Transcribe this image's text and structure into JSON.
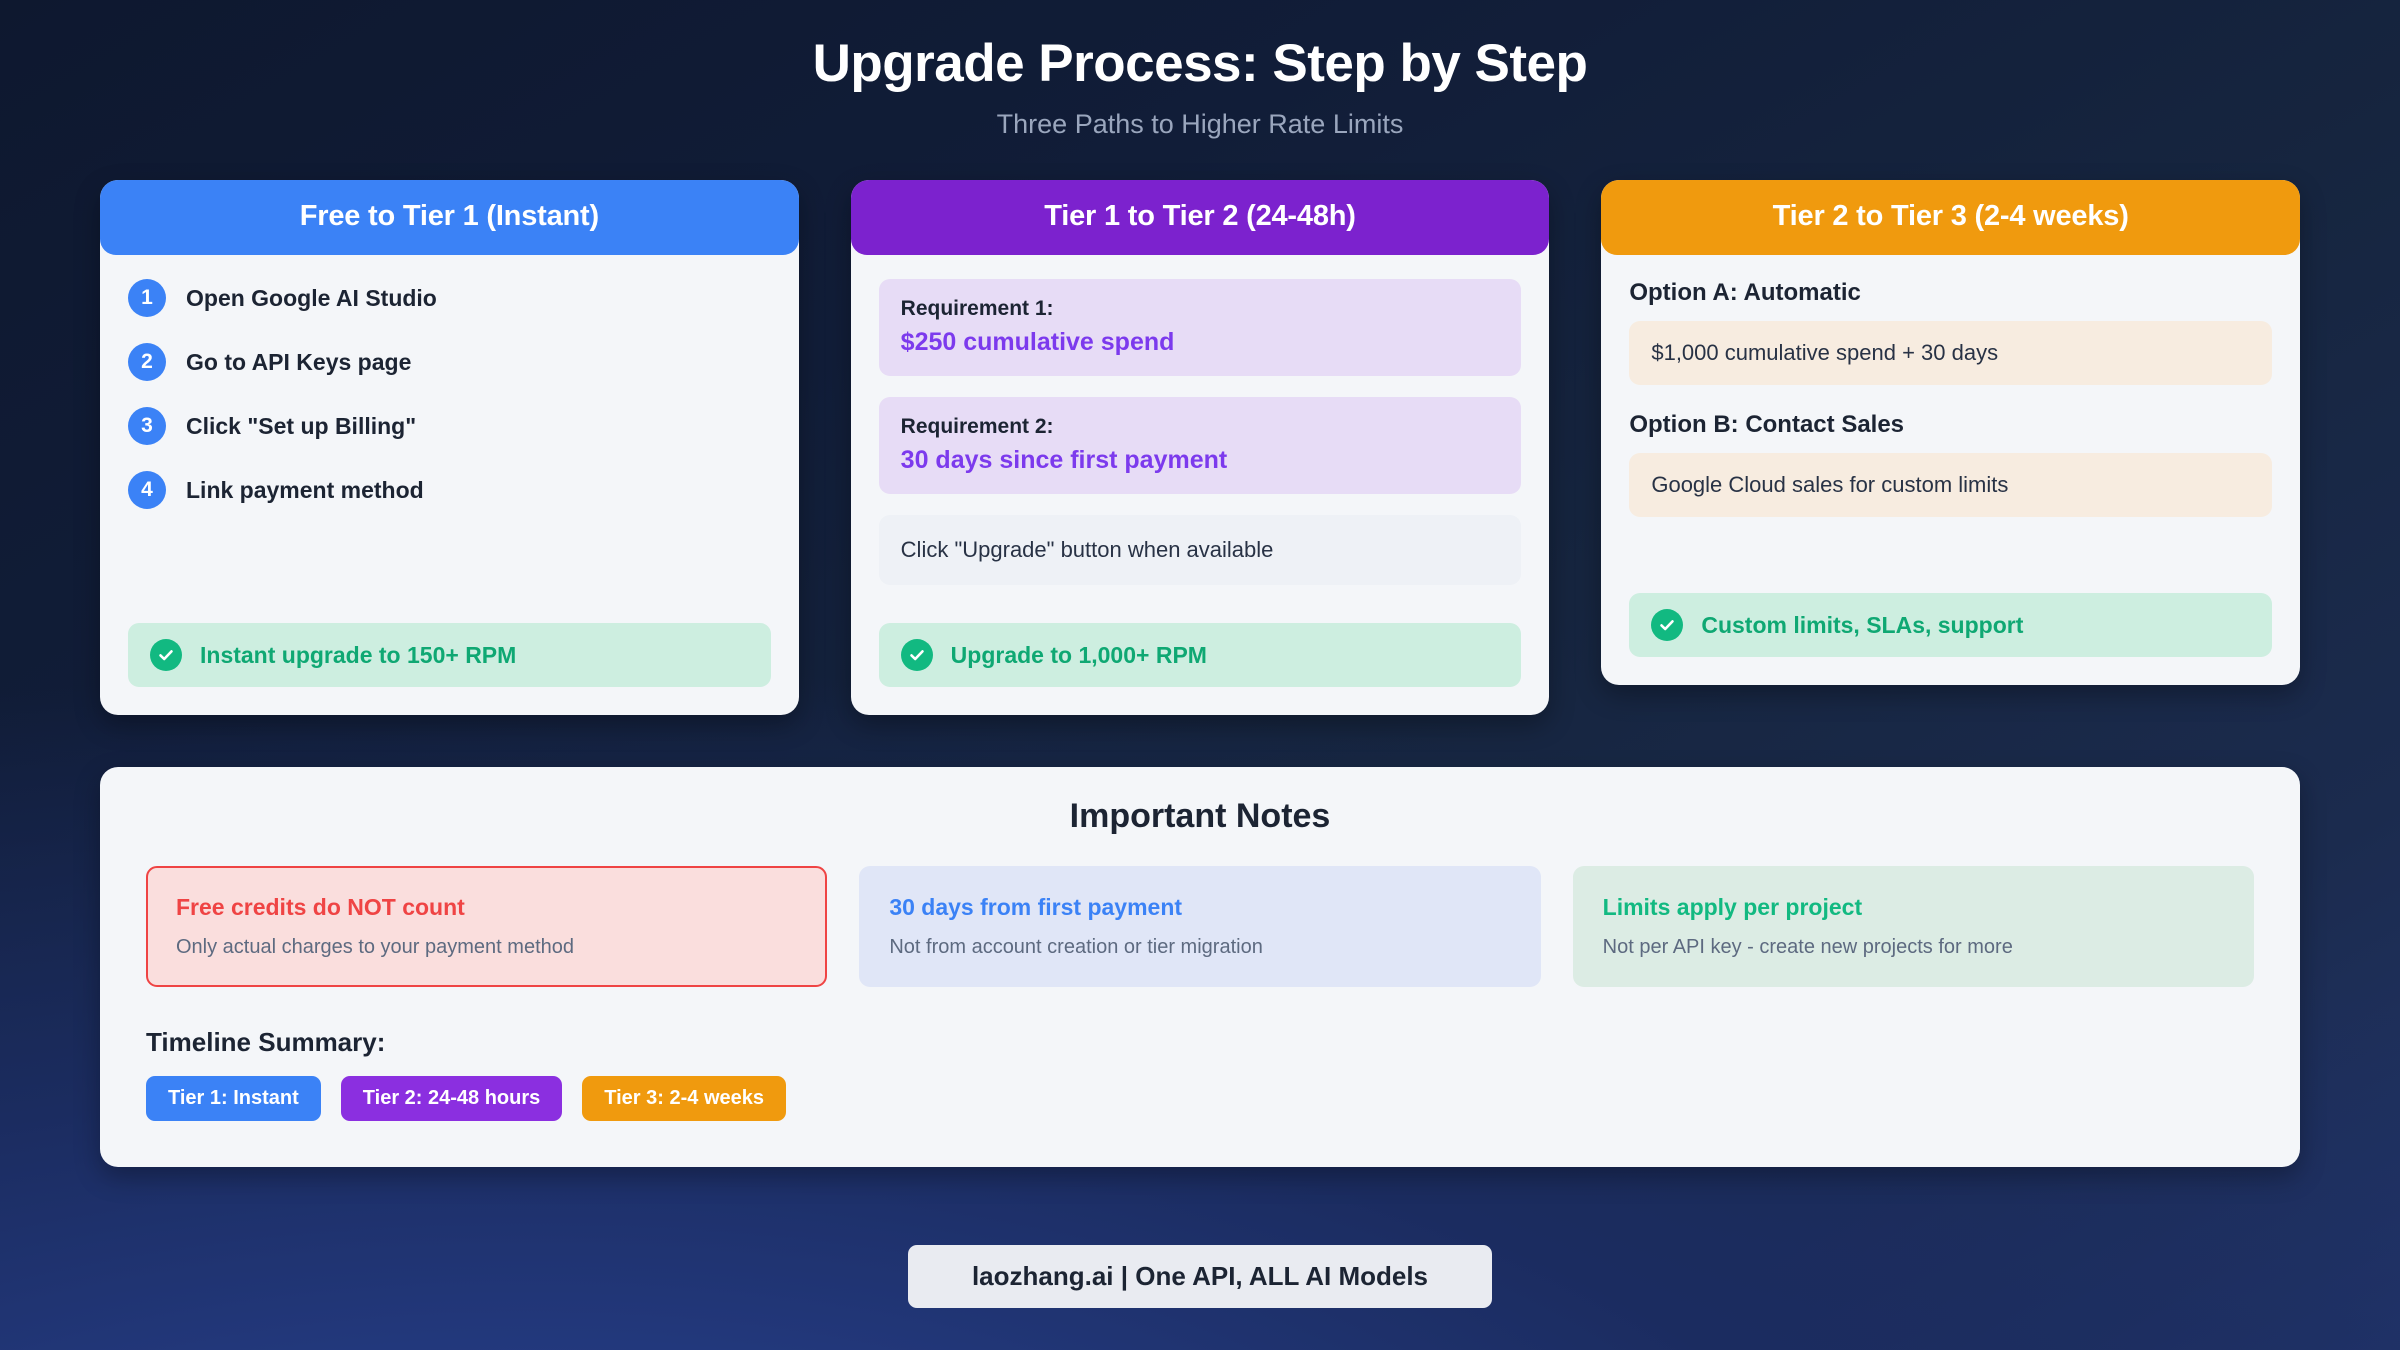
{
  "header": {
    "title": "Upgrade Process: Step by Step",
    "subtitle": "Three Paths to Higher Rate Limits"
  },
  "cards": [
    {
      "title": "Free to Tier 1 (Instant)",
      "accent": "#3b82f6",
      "steps": [
        {
          "num": "1",
          "label": "Open Google AI Studio"
        },
        {
          "num": "2",
          "label": "Go to API Keys page"
        },
        {
          "num": "3",
          "label": "Click \"Set up Billing\""
        },
        {
          "num": "4",
          "label": "Link payment method"
        }
      ],
      "result": "Instant upgrade to 150+ RPM",
      "result_icon": "check-circle-icon"
    },
    {
      "title": "Tier 1 to Tier 2 (24-48h)",
      "accent": "#7c22ce",
      "requirements": [
        {
          "title": "Requirement 1:",
          "value": "$250 cumulative spend"
        },
        {
          "title": "Requirement 2:",
          "value": "30 days since first payment"
        }
      ],
      "note": "Click \"Upgrade\" button when available",
      "result": "Upgrade to 1,000+ RPM",
      "result_icon": "check-circle-icon"
    },
    {
      "title": "Tier 2 to Tier 3 (2-4 weeks)",
      "accent": "#f09a0e",
      "options": [
        {
          "title": "Option A: Automatic",
          "detail": "$1,000 cumulative spend + 30 days"
        },
        {
          "title": "Option B: Contact Sales",
          "detail": "Google Cloud sales for custom limits"
        }
      ],
      "result": "Custom limits, SLAs, support",
      "result_icon": "check-circle-icon"
    }
  ],
  "notes": {
    "title": "Important Notes",
    "items": [
      {
        "head": "Free credits do NOT count",
        "sub": "Only actual charges to your payment method",
        "color": "#ef4444"
      },
      {
        "head": "30 days from first payment",
        "sub": "Not from account creation or tier migration",
        "color": "#3b82f6"
      },
      {
        "head": "Limits apply per project",
        "sub": "Not per API key - create new projects for more",
        "color": "#12b981"
      }
    ],
    "timeline_label": "Timeline Summary:",
    "timeline": [
      {
        "label": "Tier 1: Instant",
        "color": "#3b82f6"
      },
      {
        "label": "Tier 2: 24-48 hours",
        "color": "#8b2fe0"
      },
      {
        "label": "Tier 3: 2-4 weeks",
        "color": "#f09a0e"
      }
    ]
  },
  "footer": {
    "text": "laozhang.ai | One API, ALL AI Models"
  }
}
